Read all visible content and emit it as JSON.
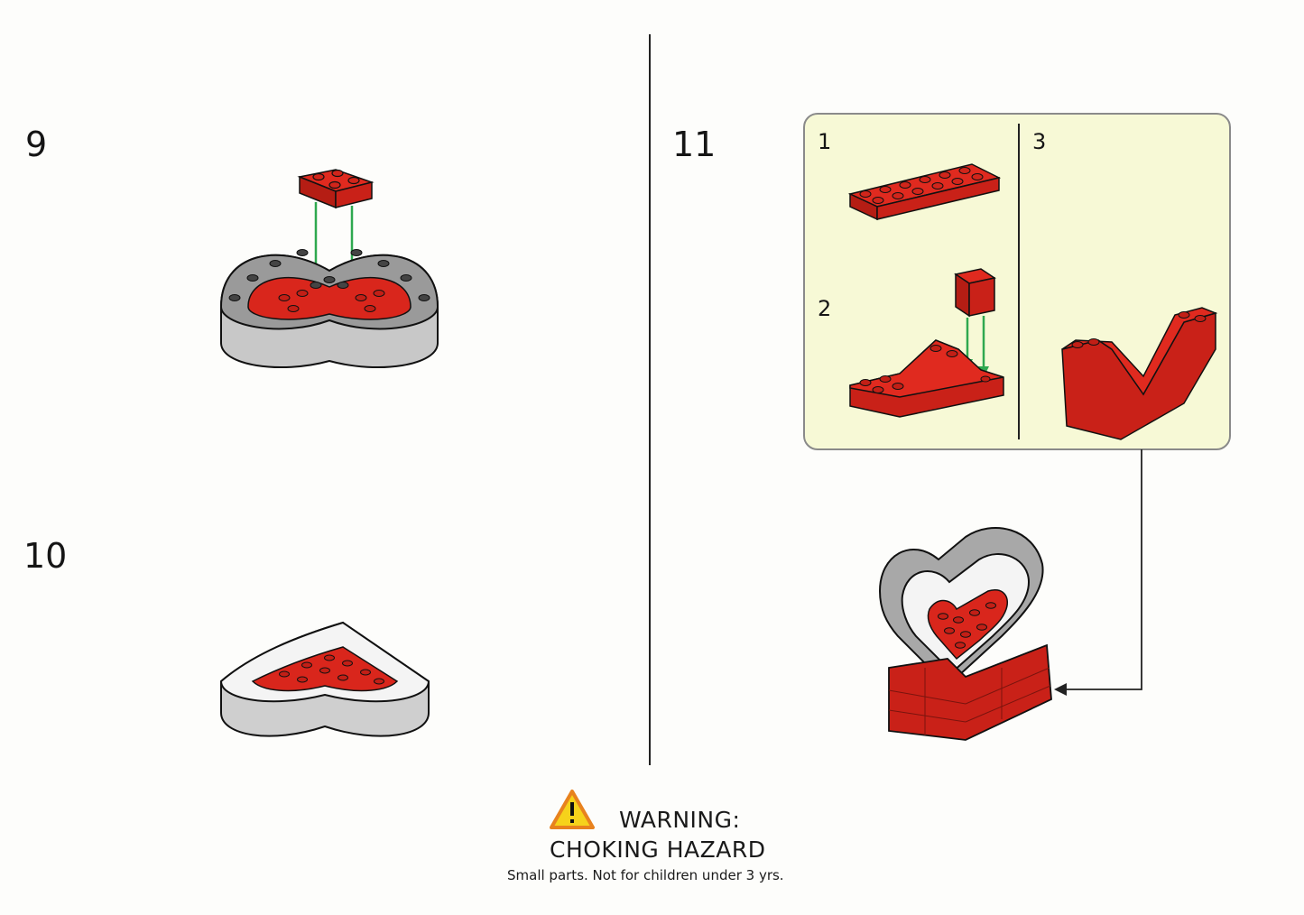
{
  "steps": {
    "step9": "9",
    "step10": "10",
    "step11": "11"
  },
  "callout": {
    "sub1": "1",
    "sub2": "2",
    "sub3": "3"
  },
  "warning": {
    "title": "WARNING:",
    "subtitle": "CHOKING HAZARD",
    "detail": "Small parts. Not for children under 3 yrs."
  },
  "colors": {
    "brick_red": "#d9261c",
    "plate_gray": "#b8b8b8",
    "callout_bg": "#f7f9d6",
    "arrow_green": "#2fa84f",
    "warning_orange": "#e8821e"
  }
}
